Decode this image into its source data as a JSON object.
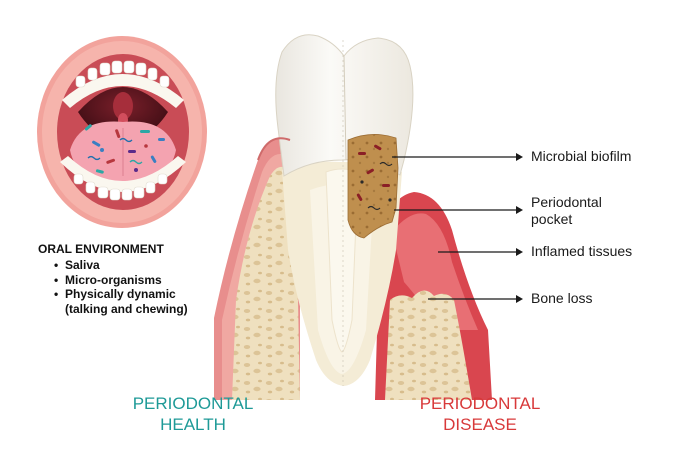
{
  "labels": {
    "microbial_biofilm": "Microbial biofilm",
    "periodontal_pocket_line1": "Periodontal",
    "periodontal_pocket_line2": "pocket",
    "inflamed_tissues": "Inflamed tissues",
    "bone_loss": "Bone loss"
  },
  "oral_environment": {
    "title": "ORAL ENVIRONMENT",
    "items": [
      "Saliva",
      "Micro-organisms",
      "Physically dynamic",
      "(talking and chewing)"
    ]
  },
  "states": {
    "health_line1": "PERIODONTAL",
    "health_line2": "HEALTH",
    "disease_line1": "PERIODONTAL",
    "disease_line2": "DISEASE"
  },
  "colors": {
    "health": "#1e9a97",
    "disease": "#d8393a",
    "bone": "#ecdcb8",
    "gum": "#e58c8c",
    "inflamed": "#d9474f",
    "enamel": "#f4f1ea",
    "biofilm": "#b98a4a"
  }
}
